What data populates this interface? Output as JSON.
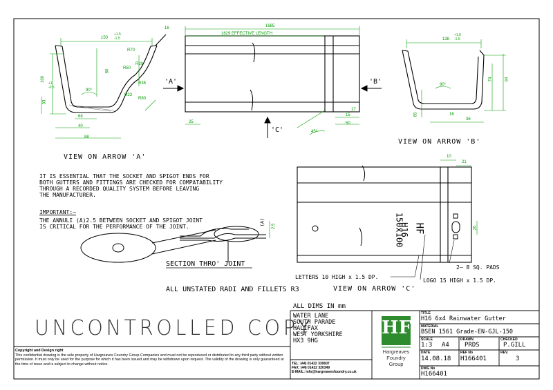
{
  "views": {
    "left": {
      "caption": "VIEW ON ARROW 'A'",
      "dims": [
        "150",
        "+1.5",
        "-1.5",
        "16",
        "R70",
        "80",
        "R50",
        "R20",
        "R35",
        "R23",
        "R80",
        "100",
        "+1",
        "-0.5",
        "33",
        "90°",
        "68",
        "40",
        "88"
      ]
    },
    "middle": {
      "dims": [
        "1685",
        "1629 EFFECTIVE LENGTH",
        "25",
        "17",
        "15",
        "50",
        "45°"
      ],
      "arrow_a": "'A'",
      "arrow_b": "'B'",
      "arrow_c": "'C'"
    },
    "right": {
      "caption": "VIEW ON ARROW 'B'",
      "dims": [
        "138",
        "+1.5",
        "-1.5",
        "74",
        "94",
        "65",
        "90°",
        "16",
        "36"
      ]
    },
    "bottom": {
      "caption": "VIEW ON ARROW 'C'",
      "dims": [
        "10",
        "21",
        "20",
        "(A)",
        "2.5"
      ],
      "stamp_logo": "HF",
      "stamp_model": "H16",
      "stamp_size": "150x100",
      "note_pads": "2– 8 SQ. PADS",
      "note_letters": "LETTERS 10 HIGH x 1.5 DP.",
      "note_logo": "LOGO 15 HIGH x 1.5 DP."
    }
  },
  "notes": {
    "essential": [
      "IT IS ESSENTIAL THAT THE SOCKET AND SPIGOT ENDS FOR",
      "BOTH GUTTERS AND FITTINGS ARE CHECKED FOR COMPATABILITY",
      "THROUGH A RECORDED QUALITY SYSTEM BEFORE LEAVING",
      "THE MANUFACTURER."
    ],
    "important_head": "IMPORTANT:–",
    "important": [
      "THE ANNULI (A)2.5 BETWEEN SOCKET AND SPIGOT JOINT",
      "IS CRITICAL FOR THE PERFORMANCE OF THE JOINT."
    ],
    "section": "SECTION THRO' JOINT",
    "radii": "ALL UNSTATED RADI AND FILLETS R3",
    "dims_mm": "ALL DIMS IN mm",
    "uncontrolled": "UNCONTROLLED COPY"
  },
  "copyright": {
    "title": "Copyright and Design right",
    "body": "This confidential drawing is the sole property of Hargreaves Foundry Group Companies and must not be reproduced or distributed to any third party without written permission. It must only be used for the purpose for which it has been issued and may be withdrawn upon request. The validity of the drawing is only guaranteed at the time of issue and is subject to change without notice."
  },
  "company": {
    "address": [
      "WATER LANE",
      "SOUTH PARADE",
      "HALIFAX",
      "WEST YORKSHIRE",
      "HX3 9HG"
    ],
    "tel": "TEL: (44) 01422 330607",
    "fax": "FAX: (44) 01422 320349",
    "email": "E-MAIL: info@hargreavesfoundry.co.uk",
    "logo_mark": "HF",
    "logo_text": [
      "Hargreaves",
      "Foundry",
      "Group"
    ],
    "brand_color": "#2e8b2e"
  },
  "title_block": {
    "title_label": "TITLE",
    "title": "H16 6x4 Rainwater Gutter",
    "material_label": "MATERIAL",
    "material": "BSEN 1561 Grade-EN-GJL-150",
    "scale_label": "SCALE",
    "scale": "1:3",
    "size": "A4",
    "drawn_label": "DRAWN",
    "drawn": "PRDS",
    "checked_label": "CHECKED",
    "checked": "P.GILL",
    "date_label": "DATE",
    "date": "14.08.18",
    "ref_label": "REF No",
    "ref": "H166401",
    "rev_label": "REV.",
    "rev": "3",
    "dwg_label": "DWG No",
    "dwg": "H166401"
  },
  "colors": {
    "outline": "#000000",
    "dimension": "#00a000"
  }
}
